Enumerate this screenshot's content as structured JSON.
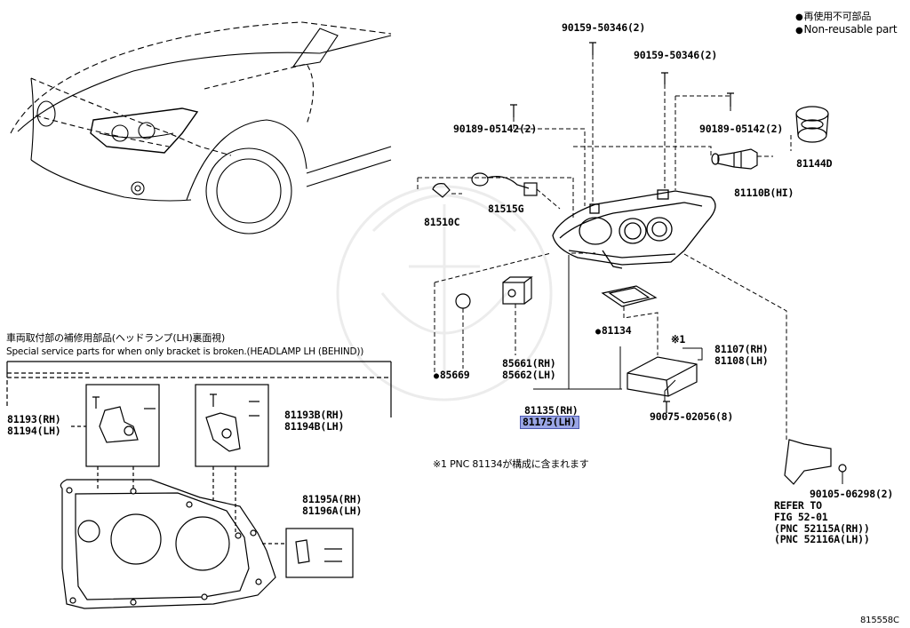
{
  "legend": {
    "jp": "再使用不可部品",
    "en": "Non-reusable part"
  },
  "special_note": {
    "jp": "車両取付部の補修用部品(ヘッドランプ(LH)裏面視)",
    "en": "Special service parts for when only bracket is broken.(HEADLAMP LH (BEHIND))"
  },
  "parts": {
    "p90159_a": "90159-50346(2)",
    "p90159_b": "90159-50346(2)",
    "p90189_a": "90189-05142(2)",
    "p90189_b": "90189-05142(2)",
    "p81144D": "81144D",
    "p81110B": "81110B(HI)",
    "p81510C": "81510C",
    "p81515G": "81515G",
    "p81134": "81134",
    "p85669": "85669",
    "p85661": "85661(RH)",
    "p85662": "85662(LH)",
    "p81135": "81135(RH)",
    "p81175": "81175(LH)",
    "p81107": "81107(RH)",
    "p81108": "81108(LH)",
    "p81107_mark": "※1",
    "p90075": "90075-02056(8)",
    "p90105": "90105-06298(2)",
    "p81193": "81193(RH)",
    "p81194": "81194(LH)",
    "p81193B": "81193B(RH)",
    "p81194B": "81194B(LH)",
    "p81195A": "81195A(RH)",
    "p81196A": "81196A(LH)"
  },
  "refer": {
    "line1": "REFER TO",
    "line2": "FIG 52-01",
    "line3": "(PNC 52115A(RH))",
    "line4": "(PNC 52116A(LH))"
  },
  "footnote": "※1 PNC 81134が構成に含まれます",
  "figure_id": "815558C"
}
